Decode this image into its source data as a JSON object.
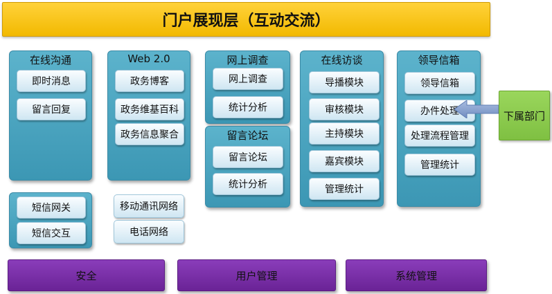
{
  "title": "门户展现层（互动交流）",
  "groups": {
    "online_chat": {
      "title": "在线沟通",
      "items": [
        "即时消息",
        "留言回复"
      ]
    },
    "web20": {
      "title": "Web 2.0",
      "items": [
        "政务博客",
        "政务维基百科",
        "政务信息聚合"
      ]
    },
    "survey": {
      "title": "网上调查",
      "items": [
        "网上调查",
        "统计分析"
      ]
    },
    "forum": {
      "title": "留言论坛",
      "items": [
        "留言论坛",
        "统计分析"
      ]
    },
    "interview": {
      "title": "在线访谈",
      "items": [
        "导播模块",
        "审核模块",
        "主持模块",
        "嘉宾模块",
        "管理统计"
      ]
    },
    "mailbox": {
      "title": "领导信箱",
      "items": [
        "领导信箱",
        "办件处理",
        "处理流程管理",
        "管理统计"
      ]
    },
    "sms": {
      "items": [
        "短信网关",
        "短信交互"
      ]
    }
  },
  "network_items": [
    "移动通讯网络",
    "电话网络"
  ],
  "subordinate": "下属部门",
  "bottom_bars": [
    "安全",
    "用户管理",
    "系统管理"
  ],
  "colors": {
    "banner": "#f2b900",
    "group": "#4aa3bf",
    "item": "#e6f2f8",
    "green": "#8cc84b",
    "purple": "#7a2ea8",
    "arrow": "#7f9bc8"
  }
}
